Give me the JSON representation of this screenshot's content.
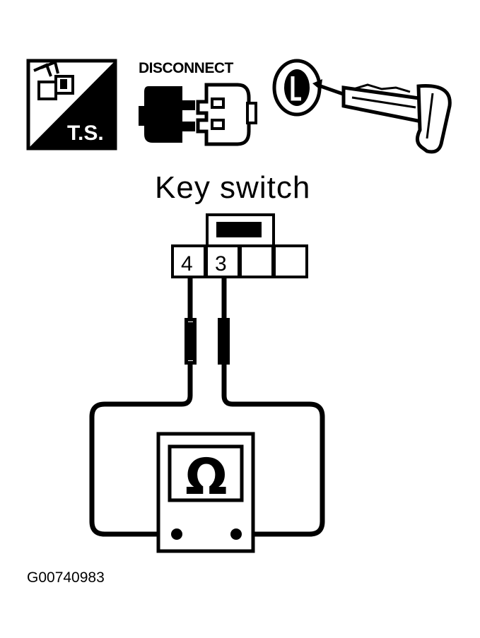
{
  "icons": {
    "ts": {
      "label": "T.S.",
      "icon": "troubleshooting-icon"
    },
    "disconnect": {
      "label": "DISCONNECT",
      "icon": "disconnect-connector-icon"
    },
    "key": {
      "icon": "ignition-key-icon"
    }
  },
  "title": "Key switch",
  "connector": {
    "pins": [
      {
        "label": "4"
      },
      {
        "label": "3"
      },
      {
        "label": ""
      },
      {
        "label": ""
      }
    ]
  },
  "meter": {
    "symbol": "Ω",
    "icon": "ohmmeter-icon"
  },
  "figure_code": "G00740983"
}
